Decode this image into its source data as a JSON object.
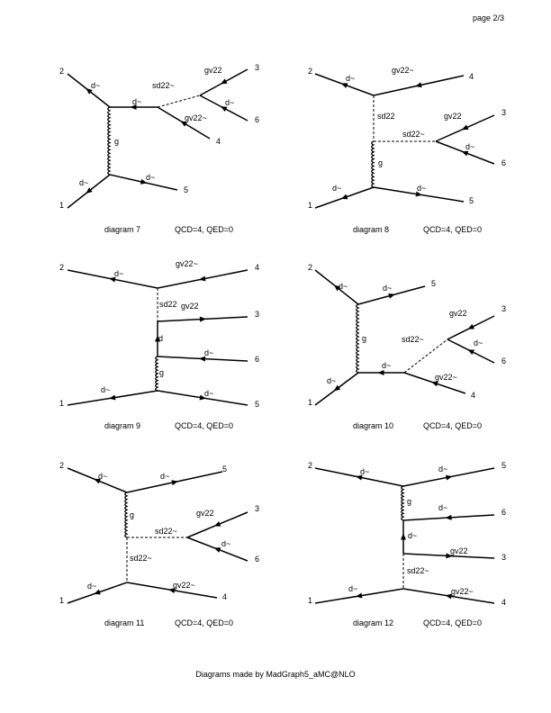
{
  "page_label": "page 2/3",
  "footer": "Diagrams made by MadGraph5_aMC@NLO",
  "diagrams": [
    {
      "caption": "diagram 7",
      "couplings": "QCD=4, QED=0",
      "labels": [
        "1",
        "2",
        "3",
        "4",
        "5",
        "6",
        "d~",
        "d~",
        "d~",
        "d~",
        "g",
        "sd22~",
        "gv22",
        "gv22~",
        "d~"
      ]
    },
    {
      "caption": "diagram 8",
      "couplings": "QCD=4, QED=0",
      "labels": [
        "1",
        "2",
        "3",
        "4",
        "5",
        "6",
        "d~",
        "gv22~",
        "sd22",
        "sd22~",
        "gv22",
        "d~",
        "g",
        "d~",
        "d~"
      ]
    },
    {
      "caption": "diagram 9",
      "couplings": "QCD=4, QED=0",
      "labels": [
        "1",
        "2",
        "3",
        "4",
        "5",
        "6",
        "d~",
        "gv22~",
        "sd22",
        "gv22",
        "d",
        "g",
        "d~",
        "d~",
        "d~"
      ]
    },
    {
      "caption": "diagram 10",
      "couplings": "QCD=4, QED=0",
      "labels": [
        "1",
        "2",
        "3",
        "4",
        "5",
        "6",
        "d~",
        "g",
        "sd22~",
        "gv22",
        "d~",
        "d~",
        "gv22~",
        "d~",
        "d~"
      ]
    },
    {
      "caption": "diagram 11",
      "couplings": "QCD=4, QED=0",
      "labels": [
        "1",
        "2",
        "3",
        "4",
        "5",
        "6",
        "d~",
        "d~",
        "g",
        "sd22~",
        "gv22",
        "d~",
        "sd22~",
        "d~",
        "gv22~"
      ]
    },
    {
      "caption": "diagram 12",
      "couplings": "QCD=4, QED=0",
      "labels": [
        "1",
        "2",
        "3",
        "4",
        "5",
        "6",
        "d~",
        "d~",
        "g",
        "d~",
        "d~",
        "gv22",
        "sd22~",
        "d~",
        "gv22~"
      ]
    }
  ]
}
